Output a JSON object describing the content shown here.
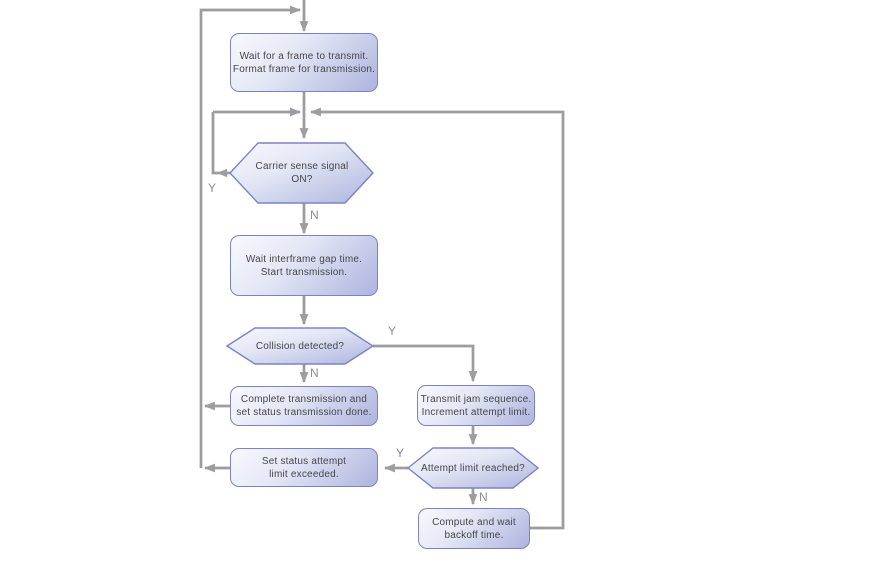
{
  "colors": {
    "background": "#ffffff",
    "shape_border": "#7c83c5",
    "shape_fill_light": "#f8f9fd",
    "shape_fill_dark": "#adb4de",
    "connector_gray": "#9d9da1",
    "node_text": "#46464a",
    "branch_label_text": "#8d8d92"
  },
  "nodes": {
    "wait_frame": {
      "shape": "process",
      "lines": [
        "Wait for a frame to transmit.",
        "Format frame for transmission."
      ]
    },
    "carrier_sense": {
      "shape": "decision",
      "lines": [
        "Carrier sense signal",
        "ON?"
      ]
    },
    "interframe_gap": {
      "shape": "process",
      "lines": [
        "Wait interframe gap time.",
        "Start transmission."
      ]
    },
    "collision": {
      "shape": "decision",
      "lines": [
        "Collision detected?"
      ]
    },
    "complete": {
      "shape": "process",
      "lines": [
        "Complete transmission and",
        "set status transmission done."
      ]
    },
    "jam": {
      "shape": "process",
      "lines": [
        "Transmit jam sequence.",
        "Increment attempt limit."
      ]
    },
    "set_status": {
      "shape": "process",
      "lines": [
        "Set status attempt",
        "limit exceeded."
      ]
    },
    "attempt_limit": {
      "shape": "decision",
      "lines": [
        "Attempt limit reached?"
      ]
    },
    "backoff": {
      "shape": "process",
      "lines": [
        "Compute and wait",
        "backoff time."
      ]
    }
  },
  "branch_labels": {
    "carrier_yes": "Y",
    "carrier_no": "N",
    "collision_yes": "Y",
    "collision_no": "N",
    "attempt_yes": "Y",
    "attempt_no": "N"
  }
}
